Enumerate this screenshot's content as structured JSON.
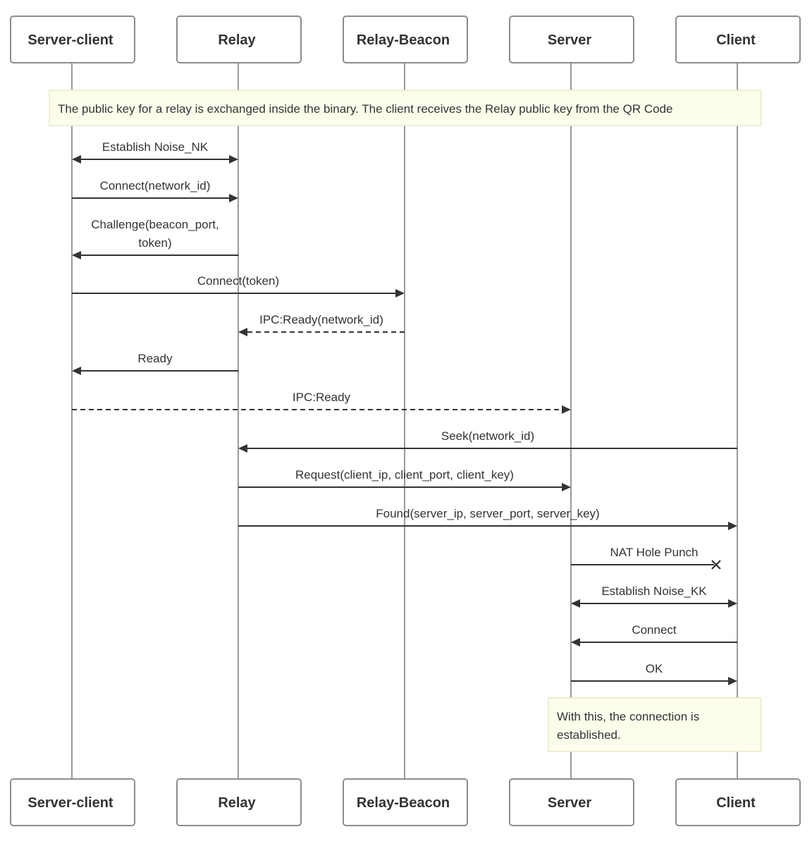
{
  "participants": [
    {
      "id": "server_client",
      "label": "Server-client"
    },
    {
      "id": "relay",
      "label": "Relay"
    },
    {
      "id": "relay_beacon",
      "label": "Relay-Beacon"
    },
    {
      "id": "server",
      "label": "Server"
    },
    {
      "id": "client",
      "label": "Client"
    }
  ],
  "notes": [
    {
      "id": "note-key-exchange",
      "from": "server_client",
      "to": "client",
      "lines": [
        "The public key for a relay is exchanged inside the binary. The client receives the Relay public key from the QR Code"
      ]
    },
    {
      "id": "note-established",
      "from": "server",
      "to": "client",
      "lines": [
        "With this, the connection is",
        "established."
      ]
    }
  ],
  "messages": [
    {
      "from": "server_client",
      "to": "relay",
      "label": [
        "Establish Noise_NK"
      ],
      "style": "solid",
      "arrow": "both"
    },
    {
      "from": "server_client",
      "to": "relay",
      "label": [
        "Connect(network_id)"
      ],
      "style": "solid",
      "arrow": "end"
    },
    {
      "from": "relay",
      "to": "server_client",
      "label": [
        "Challenge(beacon_port,",
        "token)"
      ],
      "style": "solid",
      "arrow": "end"
    },
    {
      "from": "server_client",
      "to": "relay_beacon",
      "label": [
        "Connect(token)"
      ],
      "style": "solid",
      "arrow": "end"
    },
    {
      "from": "relay_beacon",
      "to": "relay",
      "label": [
        "IPC:Ready(network_id)"
      ],
      "style": "dashed",
      "arrow": "end"
    },
    {
      "from": "relay",
      "to": "server_client",
      "label": [
        "Ready"
      ],
      "style": "solid",
      "arrow": "end"
    },
    {
      "from": "server_client",
      "to": "server",
      "label": [
        "IPC:Ready"
      ],
      "style": "dashed",
      "arrow": "end"
    },
    {
      "from": "client",
      "to": "relay",
      "label": [
        "Seek(network_id)"
      ],
      "style": "solid",
      "arrow": "end"
    },
    {
      "from": "relay",
      "to": "server",
      "label": [
        "Request(client_ip, client_port, client_key)"
      ],
      "style": "solid",
      "arrow": "end"
    },
    {
      "from": "relay",
      "to": "client",
      "label": [
        "Found(server_ip, server_port, server_key)"
      ],
      "style": "solid",
      "arrow": "end"
    },
    {
      "from": "server",
      "to": "client",
      "label": [
        "NAT Hole Punch"
      ],
      "style": "solid",
      "arrow": "cross"
    },
    {
      "from": "server",
      "to": "client",
      "label": [
        "Establish Noise_KK"
      ],
      "style": "solid",
      "arrow": "both"
    },
    {
      "from": "client",
      "to": "server",
      "label": [
        "Connect"
      ],
      "style": "solid",
      "arrow": "end"
    },
    {
      "from": "server",
      "to": "client",
      "label": [
        "OK"
      ],
      "style": "solid",
      "arrow": "end"
    }
  ]
}
